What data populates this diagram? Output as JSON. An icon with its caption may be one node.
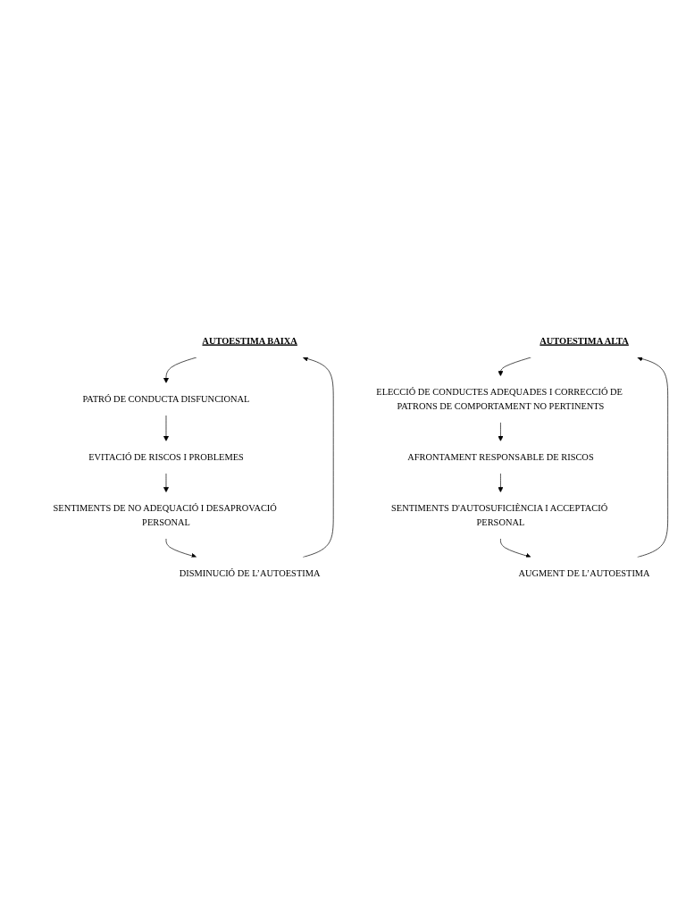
{
  "diagram": {
    "nodes": [
      {
        "text": [
          "AUTOESTIMA BAIXA"
        ]
      },
      {
        "text": [
          "PATRÓ DE CONDUCTA DISFUNCIONAL"
        ]
      },
      {
        "text": [
          "EVITACIÓ DE RISCOS I PROBLEMES"
        ]
      },
      {
        "text": [
          "SENTIMENTS DE NO ADEQUACIÓ I DESAPROVACIÓ PERSONAL"
        ]
      },
      {
        "text": [
          "DISMINUCIÓ DE L’AUTOESTIMA"
        ]
      },
      {
        "text": [
          "AUTOESTIMA ALTA"
        ]
      },
      {
        "text": [
          "ELECCIÓ DE CONDUCTES ADEQUADES I CORRECCIÓ DE PATRONS DE COMPORTAMENT NO PERTINENTS"
        ]
      },
      {
        "text": [
          "AFRONTAMENT RESPONSABLE DE RISCOS"
        ]
      },
      {
        "text": [
          "SENTIMENTS D'AUTOSUFICIÈNCIA I ACCEPTACIÓ PERSONAL"
        ]
      },
      {
        "text": [
          "AUGMENT DE L’AUTOESTIMA"
        ]
      }
    ],
    "edges": [
      {
        "from": 0,
        "to": 1,
        "arrow": "to"
      },
      {
        "from": 1,
        "to": 2,
        "arrow": "to"
      },
      {
        "from": 2,
        "to": 3,
        "arrow": "to"
      },
      {
        "from": 3,
        "to": 4,
        "arrow": "to"
      },
      {
        "from": 4,
        "to": 0,
        "arrow": "to"
      },
      {
        "from": 5,
        "to": 6,
        "arrow": "to"
      },
      {
        "from": 6,
        "to": 7,
        "arrow": "to"
      },
      {
        "from": 7,
        "to": 8,
        "arrow": "to"
      },
      {
        "from": 8,
        "to": 9,
        "arrow": "to"
      },
      {
        "from": 9,
        "to": 5,
        "arrow": "to"
      }
    ]
  }
}
